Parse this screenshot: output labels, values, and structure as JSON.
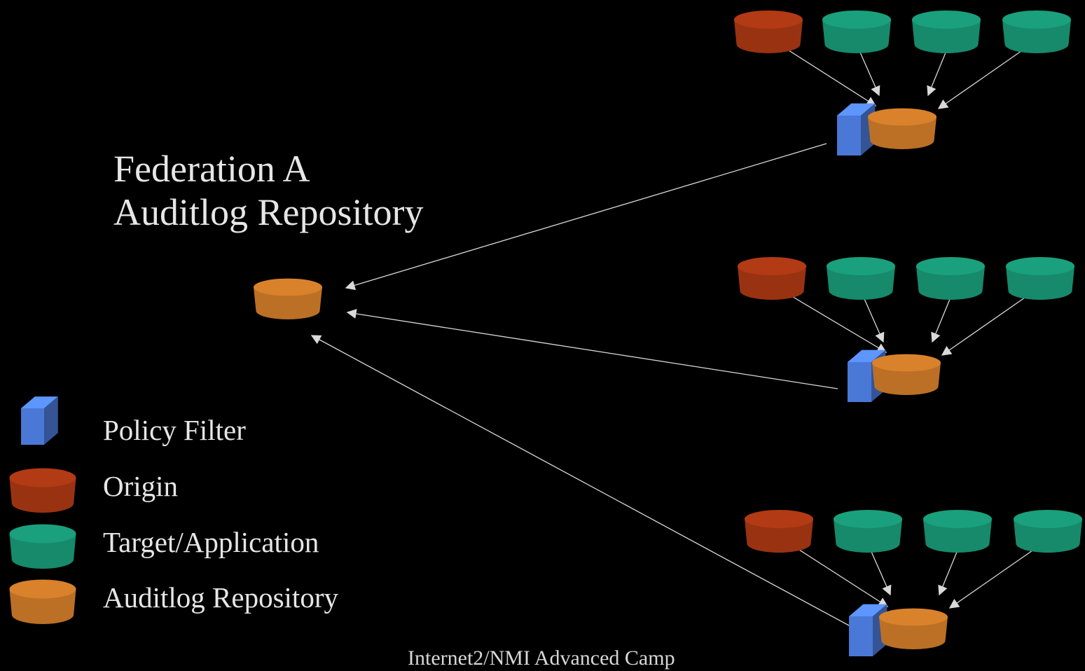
{
  "title": {
    "line1": "Federation A",
    "line2": "Auditlog Repository"
  },
  "legend": [
    {
      "label": "Policy Filter",
      "shape": "policy-filter-cube"
    },
    {
      "label": "Origin",
      "shape": "origin-cylinder"
    },
    {
      "label": "Target/Application",
      "shape": "target-cylinder"
    },
    {
      "label": "Auditlog Repository",
      "shape": "repository-cylinder"
    }
  ],
  "footer": "Internet2/NMI Advanced Camp",
  "colors": {
    "background": "#000000",
    "origin": "#b23a14",
    "target": "#1aa07c",
    "repository": "#d9822b",
    "policy_filter": "#4a78d6",
    "arrow": "#d9d9d9",
    "text": "#e6e6e6"
  },
  "diagram": {
    "federation_repository": "Auditlog Repository",
    "sites": [
      {
        "origins": 1,
        "targets": 3,
        "filter": "Policy Filter",
        "repository": "Auditlog Repository"
      },
      {
        "origins": 1,
        "targets": 3,
        "filter": "Policy Filter",
        "repository": "Auditlog Repository"
      },
      {
        "origins": 1,
        "targets": 3,
        "filter": "Policy Filter",
        "repository": "Auditlog Repository"
      }
    ]
  }
}
